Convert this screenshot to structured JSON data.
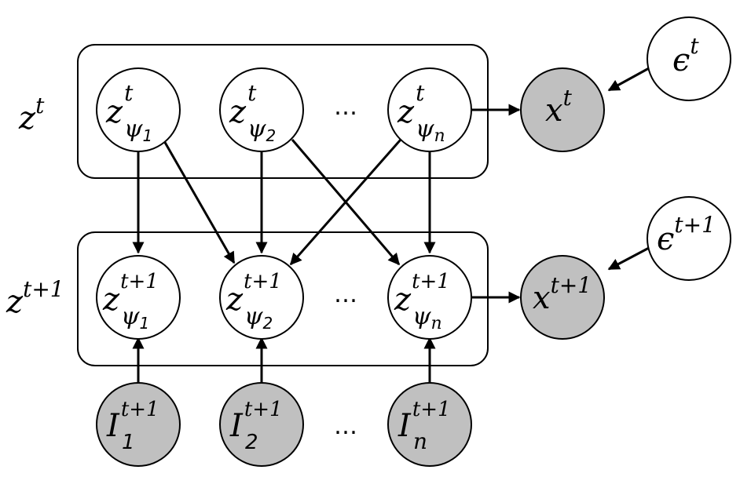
{
  "colors": {
    "observed_fill": "#c0c0c0",
    "latent_fill": "#ffffff",
    "stroke": "#000000"
  },
  "plates": {
    "top": {
      "label_base": "z",
      "label_sup": "t"
    },
    "bottom": {
      "label_base": "z",
      "label_sup": "t+1"
    }
  },
  "nodes": {
    "z_t_1": {
      "base": "z",
      "sup": "t",
      "sub": "ψ",
      "subsub": "1"
    },
    "z_t_2": {
      "base": "z",
      "sup": "t",
      "sub": "ψ",
      "subsub": "2"
    },
    "z_t_n": {
      "base": "z",
      "sup": "t",
      "sub": "ψ",
      "subsub": "n"
    },
    "z_t1_1": {
      "base": "z",
      "sup": "t+1",
      "sub": "ψ",
      "subsub": "1"
    },
    "z_t1_2": {
      "base": "z",
      "sup": "t+1",
      "sub": "ψ",
      "subsub": "2"
    },
    "z_t1_n": {
      "base": "z",
      "sup": "t+1",
      "sub": "ψ",
      "subsub": "n"
    },
    "x_t": {
      "base": "x",
      "sup": "t"
    },
    "x_t1": {
      "base": "x",
      "sup": "t+1"
    },
    "eps_t": {
      "base": "ϵ",
      "sup": "t"
    },
    "eps_t1": {
      "base": "ϵ",
      "sup": "t+1"
    },
    "I_1": {
      "base": "I",
      "sup": "t+1",
      "sub": "1"
    },
    "I_2": {
      "base": "I",
      "sup": "t+1",
      "sub": "2"
    },
    "I_n": {
      "base": "I",
      "sup": "t+1",
      "sub": "n"
    }
  },
  "ellipsis": "…"
}
